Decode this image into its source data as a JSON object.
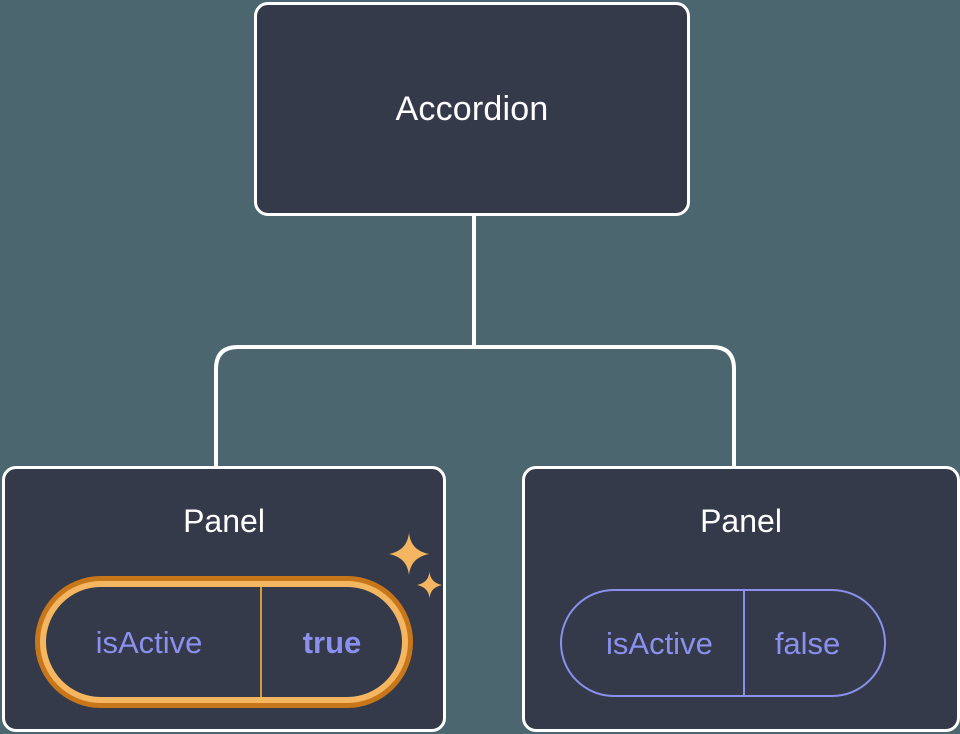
{
  "tree": {
    "root": {
      "label": "Accordion"
    },
    "children": [
      {
        "label": "Panel",
        "highlighted": true,
        "prop": {
          "key": "isActive",
          "value": "true"
        },
        "decorations": [
          "sparkle-large",
          "sparkle-small"
        ]
      },
      {
        "label": "Panel",
        "highlighted": false,
        "prop": {
          "key": "isActive",
          "value": "false"
        },
        "decorations": []
      }
    ]
  },
  "colors": {
    "canvas_background": "#4c6670",
    "node_fill": "#343a4a",
    "node_border": "#ffffff",
    "node_label": "#ffffff",
    "edge_stroke": "#ffffff",
    "prop_text": "#8b90ee",
    "prop_border": "#8b90ee",
    "highlight_ring_outer": "#c8761a",
    "highlight_ring_inner": "#f5b661",
    "highlight_divider": "#d99a3c",
    "sparkle": "#f5b661"
  }
}
